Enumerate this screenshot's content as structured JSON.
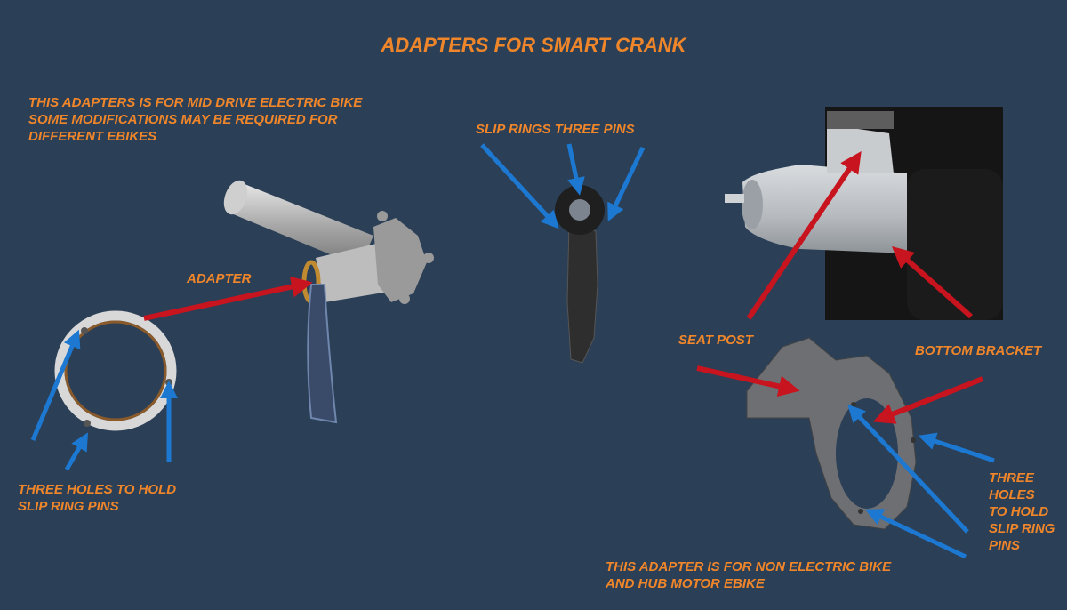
{
  "title": "ADAPTERS FOR SMART CRANK",
  "labels": {
    "mid_drive_note": "THIS ADAPTERS IS FOR MID DRIVE ELECTRIC BIKE\nSOME MODIFICATIONS MAY BE REQUIRED FOR\nDIFFERENT EBIKES",
    "adapter": "ADAPTER",
    "three_holes_left": "THREE HOLES TO HOLD\nSLIP RING PINS",
    "slip_rings": "SLIP RINGS THREE PINS",
    "seat_post": "SEAT POST",
    "bottom_bracket": "BOTTOM BRACKET",
    "three_holes_right": "THREE\nHOLES\nTO HOLD\nSLIP RING\nPINS",
    "non_electric_note": "THIS ADAPTER IS FOR NON ELECTRIC BIKE\nAND HUB MOTOR EBIKE"
  },
  "colors": {
    "background": "#2b3f57",
    "label_orange": "#f0862a",
    "arrow_red": "#c8141e",
    "arrow_blue": "#1c78d0"
  }
}
